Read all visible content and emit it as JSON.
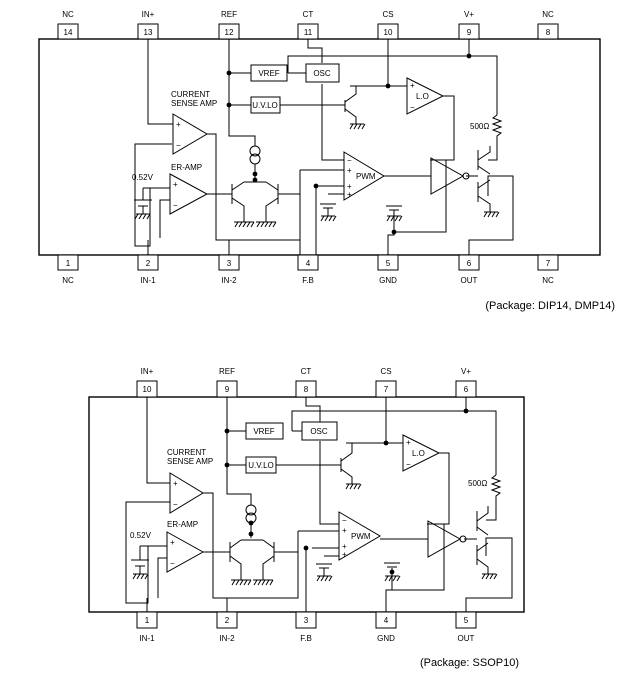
{
  "diagram1": {
    "top_pins": [
      {
        "num": "14",
        "name": "NC"
      },
      {
        "num": "13",
        "name": "IN+"
      },
      {
        "num": "12",
        "name": "REF"
      },
      {
        "num": "11",
        "name": "CT"
      },
      {
        "num": "10",
        "name": "CS"
      },
      {
        "num": "9",
        "name": "V+"
      },
      {
        "num": "8",
        "name": "NC"
      }
    ],
    "bottom_pins": [
      {
        "num": "1",
        "name": "NC"
      },
      {
        "num": "2",
        "name": "IN-1"
      },
      {
        "num": "3",
        "name": "IN-2"
      },
      {
        "num": "4",
        "name": "F.B"
      },
      {
        "num": "5",
        "name": "GND"
      },
      {
        "num": "6",
        "name": "OUT"
      },
      {
        "num": "7",
        "name": "NC"
      }
    ],
    "blocks": {
      "vref": "VREF",
      "osc": "OSC",
      "uvlo": "U.V.LO",
      "lo": "L.O",
      "pwm": "PWM",
      "current_sense_amp_line1": "CURRENT",
      "current_sense_amp_line2": "SENSE AMP",
      "er_amp": "ER-AMP",
      "voltage": "0.52V",
      "resistor": "500Ω"
    },
    "package": "(Package: DIP14, DMP14)"
  },
  "diagram2": {
    "top_pins": [
      {
        "num": "10",
        "name": "IN+"
      },
      {
        "num": "9",
        "name": "REF"
      },
      {
        "num": "8",
        "name": "CT"
      },
      {
        "num": "7",
        "name": "CS"
      },
      {
        "num": "6",
        "name": "V+"
      }
    ],
    "bottom_pins": [
      {
        "num": "1",
        "name": "IN-1"
      },
      {
        "num": "2",
        "name": "IN-2"
      },
      {
        "num": "3",
        "name": "F.B"
      },
      {
        "num": "4",
        "name": "GND"
      },
      {
        "num": "5",
        "name": "OUT"
      }
    ],
    "blocks": {
      "vref": "VREF",
      "osc": "OSC",
      "uvlo": "U.V.LO",
      "lo": "L.O",
      "pwm": "PWM",
      "current_sense_amp_line1": "CURRENT",
      "current_sense_amp_line2": "SENSE AMP",
      "er_amp": "ER-AMP",
      "voltage": "0.52V",
      "resistor": "500Ω"
    },
    "package": "(Package: SSOP10)"
  }
}
